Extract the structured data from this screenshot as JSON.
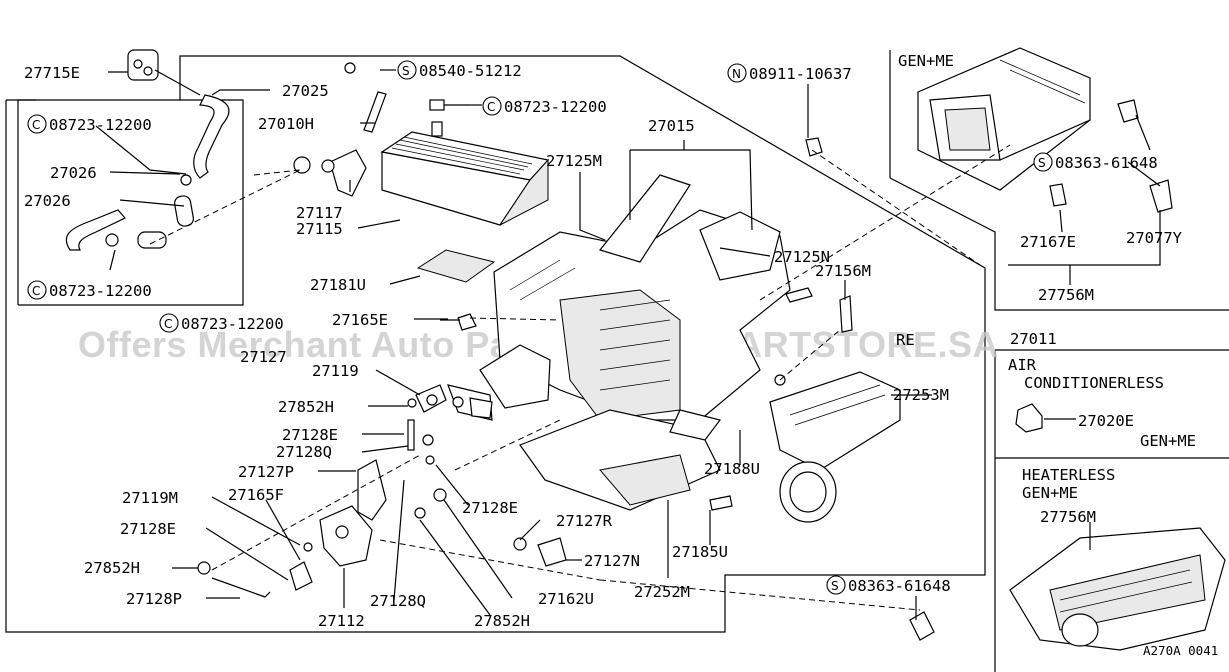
{
  "watermark": "Offers Merchant Auto Parts Catalog PARTSTORE.SA",
  "diagram_code": "A270A 0041",
  "part_labels": [
    "27715E",
    "27025",
    "27010H",
    "27026",
    "27026",
    "27117",
    "27115",
    "27015",
    "27125M",
    "27125N",
    "27156M",
    "27181U",
    "27165E",
    "27127",
    "27119",
    "27852H",
    "27128E",
    "27128Q",
    "27127P",
    "27119M",
    "27165F",
    "27128E",
    "27852H",
    "27128P",
    "27112",
    "27128Q",
    "27852H",
    "27128E",
    "27127R",
    "27127N",
    "27162U",
    "27252M",
    "27185U",
    "27188U",
    "27253M",
    "27020E",
    "27756M",
    "27756M",
    "27167E",
    "27077Y",
    "27011"
  ],
  "bolt_refs": [
    {
      "prefix": "S",
      "code": "08540-51212"
    },
    {
      "prefix": "C",
      "code": "08723-12200"
    },
    {
      "prefix": "C",
      "code": "08723-12200"
    },
    {
      "prefix": "C",
      "code": "08723-12200"
    },
    {
      "prefix": "C",
      "code": "08723-12200"
    },
    {
      "prefix": "N",
      "code": "08911-10637"
    },
    {
      "prefix": "S",
      "code": "08363-61648"
    },
    {
      "prefix": "S",
      "code": "08363-61648"
    }
  ],
  "notes": {
    "gen_me_top": "GEN+ME",
    "air_cond_line1": "AIR",
    "air_cond_line2": "CONDITIONERLESS",
    "gen_me_mid": "GEN+ME",
    "heaterless_line1": "HEATERLESS",
    "heaterless_line2": "GEN+ME"
  },
  "fragment_re": "RE"
}
